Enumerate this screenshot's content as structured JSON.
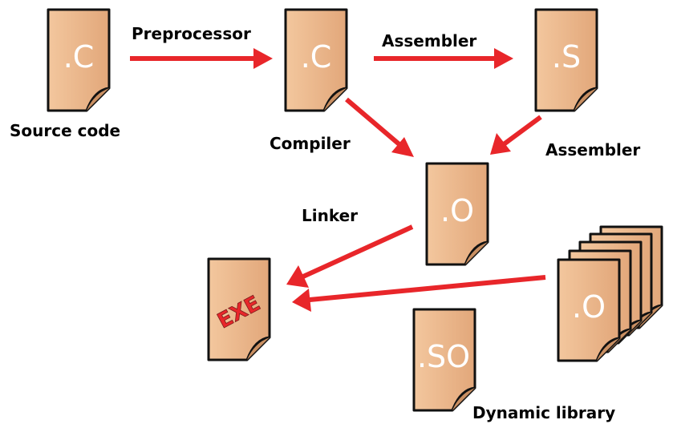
{
  "files": {
    "source": ".C",
    "preprocessed": ".C",
    "assembly": ".S",
    "object": ".O",
    "exe": "EXE",
    "shared_object": ".SO",
    "object_stack": ".O"
  },
  "labels": {
    "source_code": "Source code",
    "preprocessor": "Preprocessor",
    "assembler_top": "Assembler",
    "compiler": "Compiler",
    "assembler_right": "Assembler",
    "linker": "Linker",
    "dynamic_library": "Dynamic library"
  },
  "colors": {
    "file_fill": "#e9b486",
    "file_stroke": "#111111",
    "arrow": "#e8262a"
  }
}
